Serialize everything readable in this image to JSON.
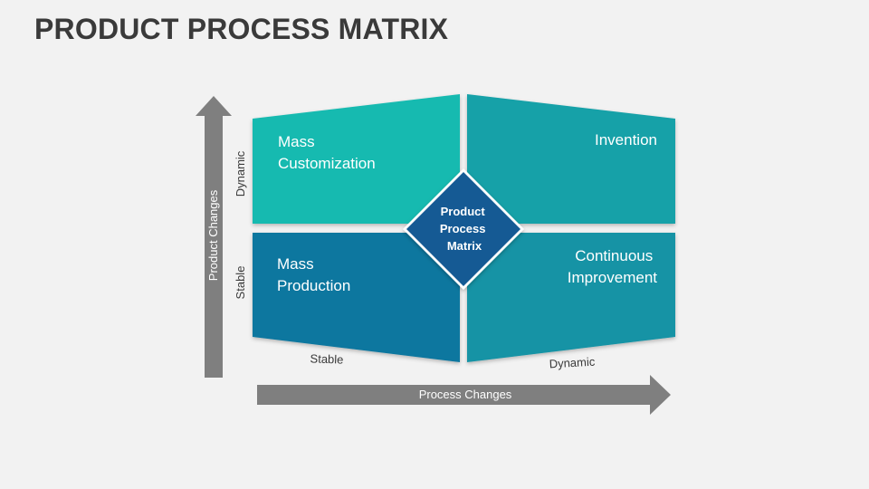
{
  "title": "PRODUCT PROCESS MATRIX",
  "quadrants": {
    "top_left": {
      "line1": "Mass",
      "line2": "Customization",
      "color": "#17BAB0"
    },
    "top_right": {
      "line1": "Invention",
      "color": "#15A1A8"
    },
    "bottom_left": {
      "line1": "Mass",
      "line2": "Production",
      "color": "#11779F"
    },
    "bottom_right": {
      "line1": "Continuous",
      "line2": "Improvement",
      "color": "#1493A5"
    }
  },
  "center": {
    "line1": "Product",
    "line2": "Process",
    "line3": "Matrix",
    "color": "#155A94"
  },
  "y_axis": {
    "label": "Product Changes",
    "top": "Dynamic",
    "bottom": "Stable"
  },
  "x_axis": {
    "label": "Process Changes",
    "left": "Stable",
    "right": "Dynamic"
  },
  "arrow_color": "#7f7f7f"
}
